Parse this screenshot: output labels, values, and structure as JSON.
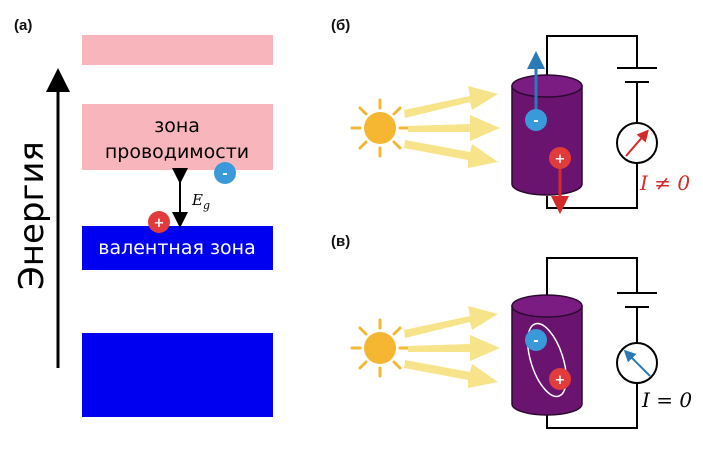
{
  "panel_a": {
    "label": "(а)",
    "axis_label": "Энергия",
    "conduction_band_label_line1": "зона",
    "conduction_band_label_line2": "проводимости",
    "valence_band_label": "валентная зона",
    "gap_label_main": "E",
    "gap_label_sub": "g",
    "electron_sign": "-",
    "hole_sign": "+"
  },
  "panel_b": {
    "label": "(б)",
    "electron_sign": "-",
    "hole_sign": "+",
    "current_label": "I ≠ 0"
  },
  "panel_c": {
    "label": "(в)",
    "electron_sign": "-",
    "hole_sign": "+",
    "current_label": "I = 0"
  },
  "colors": {
    "conduction_band": "#f8b6bc",
    "valence_band": "#0000f0",
    "electron": "#3a9ad9",
    "hole": "#e23b3b",
    "cylinder": "#6a1470",
    "sun": "#f5b731",
    "sun_rays": "#f7e48a",
    "current_text": "#d42a2a"
  }
}
